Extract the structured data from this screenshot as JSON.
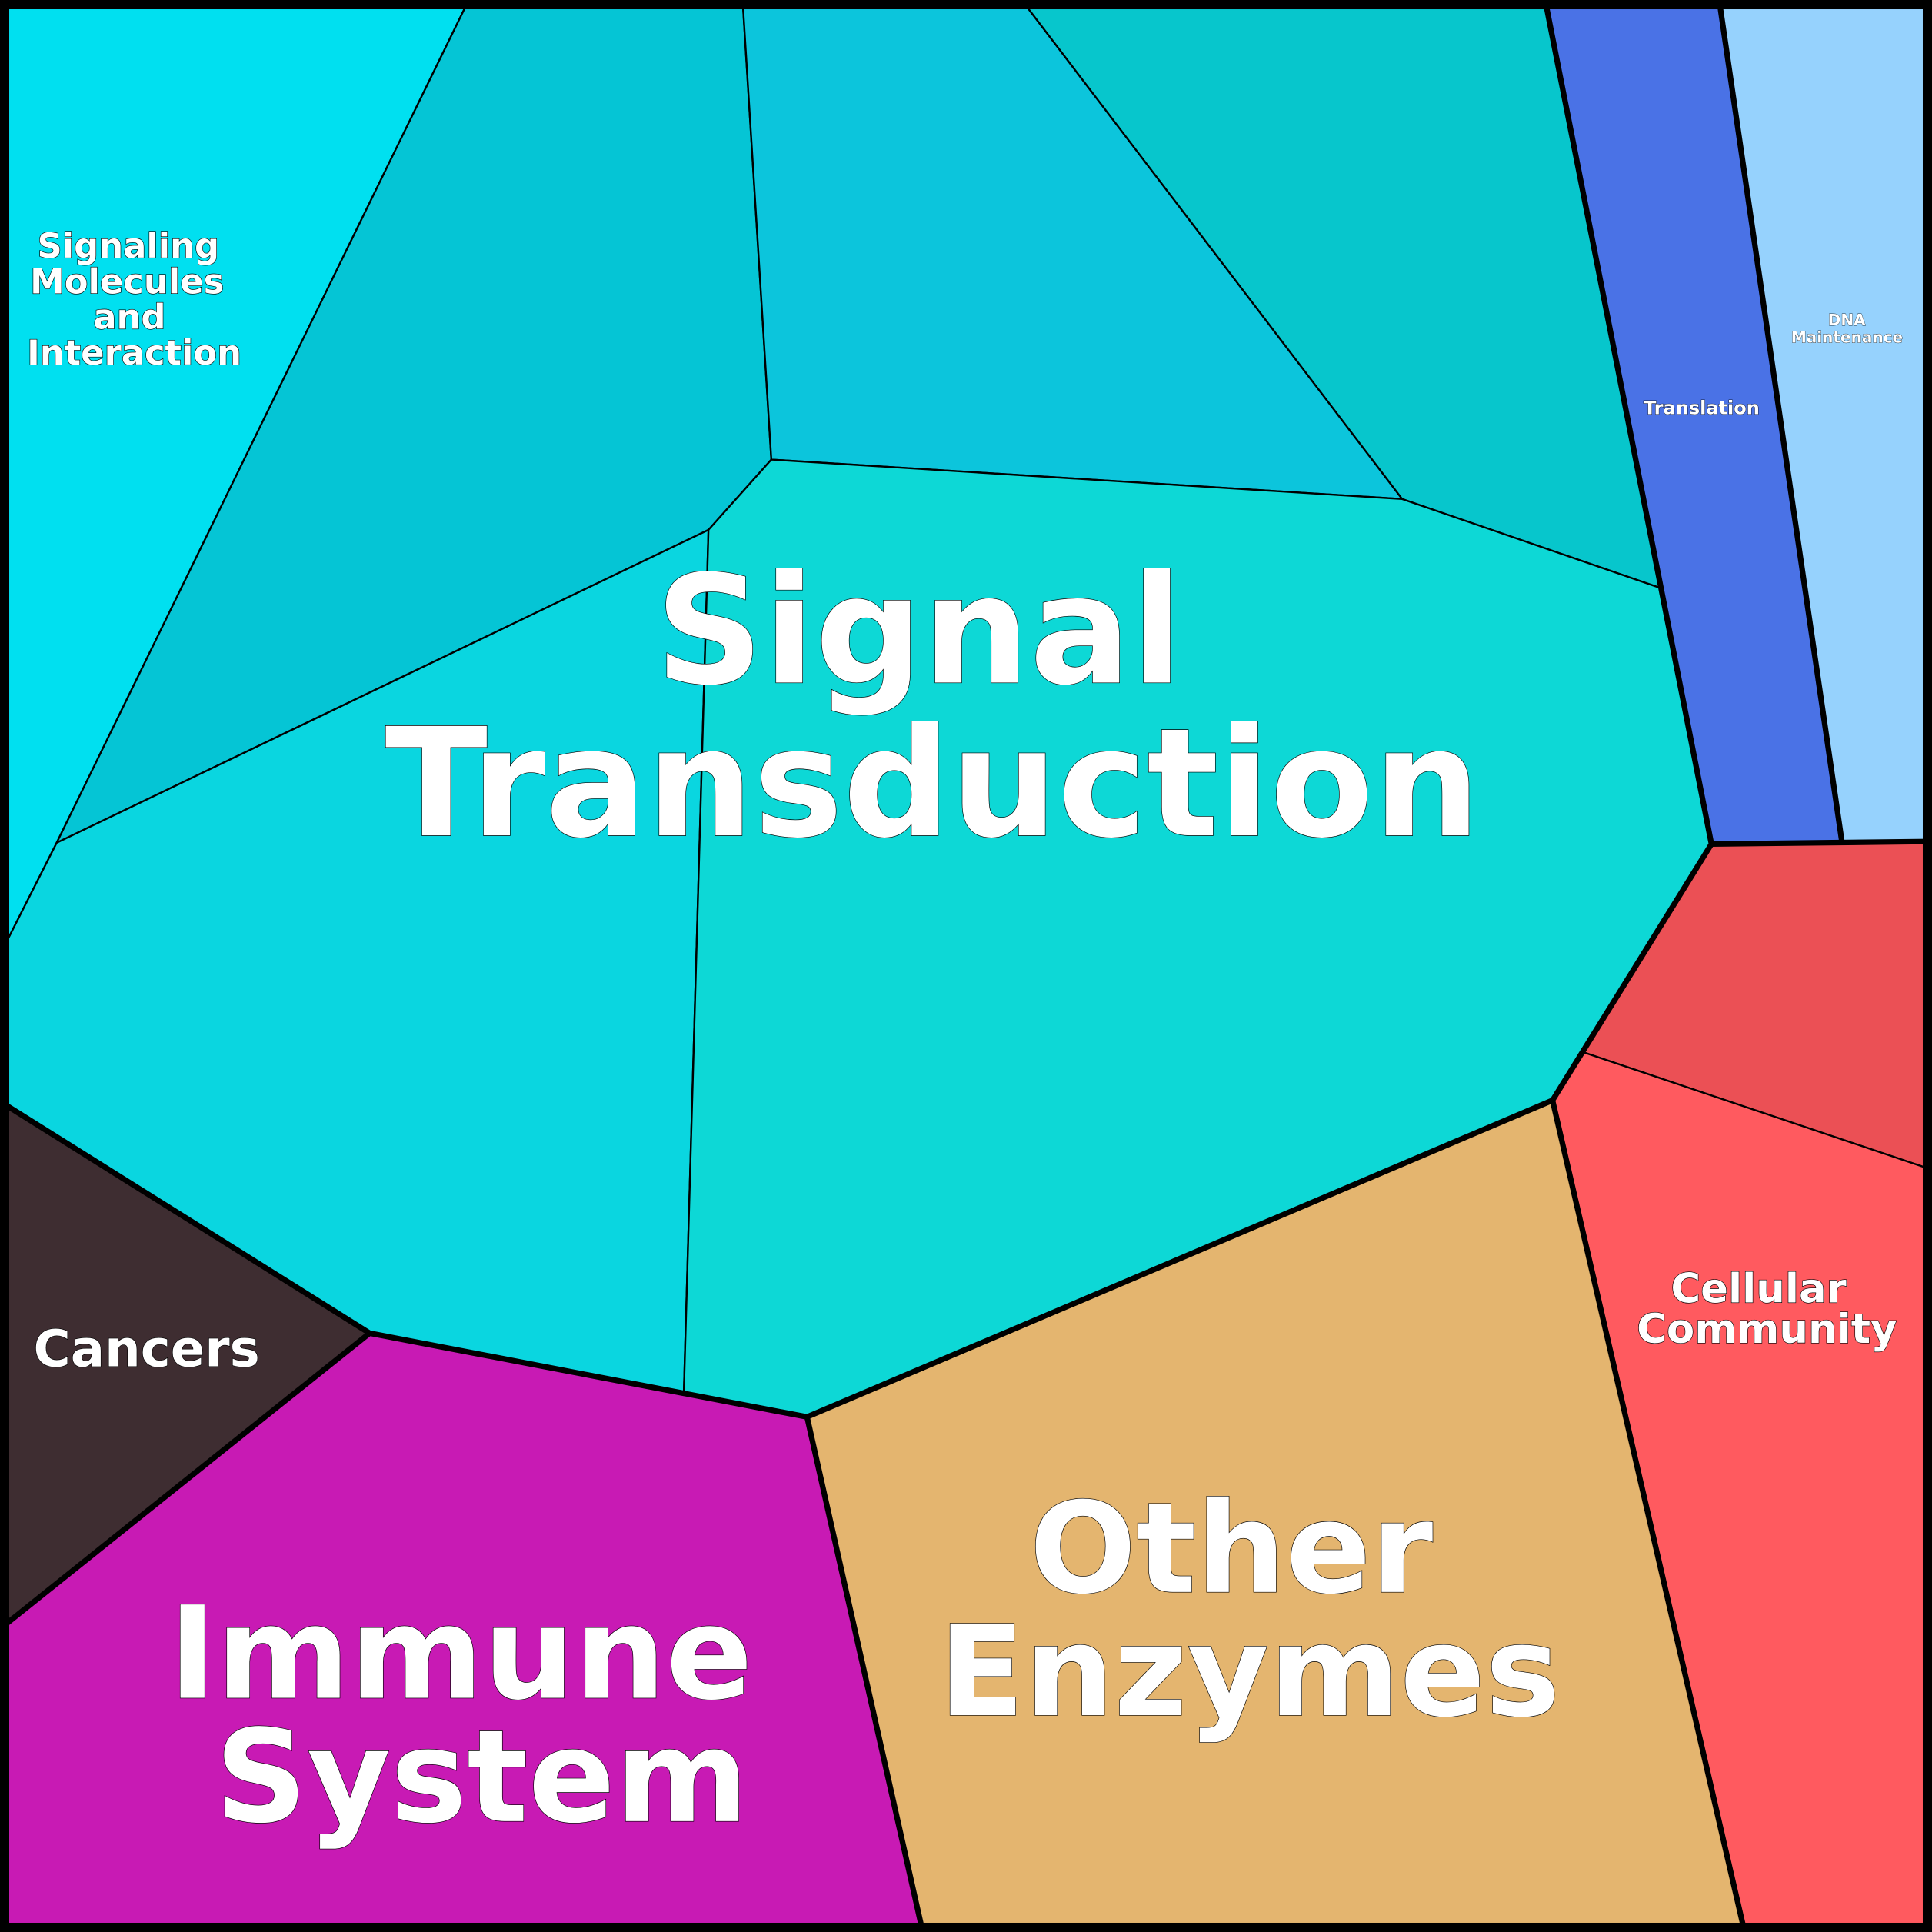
{
  "chart_data": {
    "type": "voronoi-treemap",
    "title": "",
    "groups": [
      {
        "name": "Signal Transduction",
        "label_lines": [
          "Signal",
          "Transduction"
        ],
        "color": "#0DD8D6",
        "subcell_colors": [
          "#05C5D5",
          "#0CC5DC",
          "#07C6CC",
          "#0AD6E0",
          "#0DD8D6"
        ]
      },
      {
        "name": "Signaling Molecules and Interaction",
        "label_lines": [
          "Signaling",
          "Molecules",
          "and",
          "Interaction"
        ],
        "color": "#00E0F0"
      },
      {
        "name": "Translation",
        "label_lines": [
          "Translation"
        ],
        "color": "#4A72E6"
      },
      {
        "name": "DNA Maintenance",
        "label_lines": [
          "DNA",
          "Maintenance"
        ],
        "color": "#96D2FD"
      },
      {
        "name": "Cellular Community",
        "label_lines": [
          "Cellular",
          "Community"
        ],
        "color": "#FF5A5F",
        "subcell_colors": [
          "#EB5055",
          "#FF5A5F"
        ]
      },
      {
        "name": "Other Enzymes",
        "label_lines": [
          "Other",
          "Enzymes"
        ],
        "color": "#E4B56F"
      },
      {
        "name": "Immune System",
        "label_lines": [
          "Immune",
          "System"
        ],
        "color": "#C81AB4"
      },
      {
        "name": "Cancers",
        "label_lines": [
          "Cancers"
        ],
        "color": "#3E2D31"
      }
    ]
  }
}
